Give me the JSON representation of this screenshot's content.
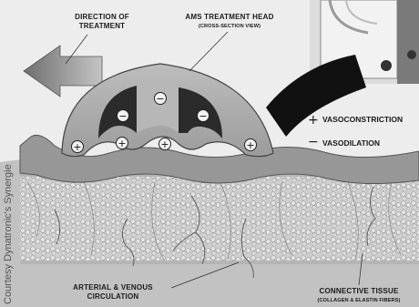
{
  "labels": {
    "direction": [
      "DIRECTION OF",
      "TREATMENT"
    ],
    "head_title": "AMS TREATMENT HEAD",
    "head_subtitle": "(CROSS-SECTION VIEW)",
    "vasoconstriction": "VASOCONSTRICTION",
    "vasodilation": "VASODILATION",
    "circulation": [
      "ARTERIAL & VENOUS",
      "CIRCULATION"
    ],
    "connective": "CONNECTIVE TISSUE",
    "connective_sub": "(COLLAGEN & ELASTIN FIBERS)",
    "credit": "Courtesy Dynatronic's Synergie"
  },
  "legend": {
    "plus_symbol": "+",
    "minus_symbol": "−"
  },
  "head_symbols": {
    "minus": [
      "−",
      "−",
      "−"
    ],
    "plus": [
      "+",
      "+",
      "+",
      "+"
    ]
  },
  "colors": {
    "background": "#ededed",
    "head_fill": "#a9a9a9",
    "electrode": "#2b2b2b",
    "arrow": "#7d7d7d",
    "skin": "#9a9a9a",
    "tissue": "#c9c9c9",
    "cells": "#dcdcdc"
  }
}
